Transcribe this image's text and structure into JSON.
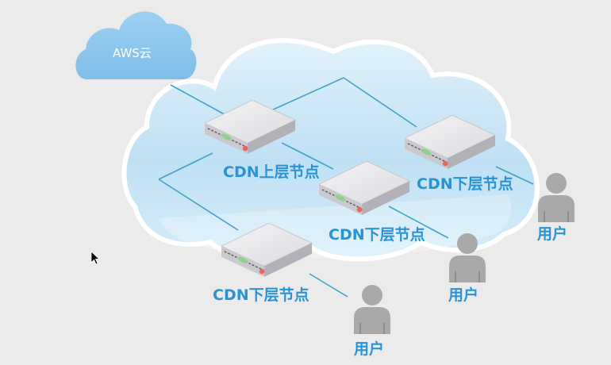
{
  "aws_cloud": {
    "label": "AWS云"
  },
  "nodes": {
    "upper": {
      "label": "CDN上层节点"
    },
    "lower_right": {
      "label": "CDN下层节点"
    },
    "lower_middle": {
      "label": "CDN下层节点"
    },
    "lower_left": {
      "label": "CDN下层节点"
    }
  },
  "users": {
    "right": {
      "label": "用户"
    },
    "middle": {
      "label": "用户"
    },
    "bottom": {
      "label": "用户"
    }
  },
  "colors": {
    "background": "#ebebeb",
    "aws_cloud": "#8ec5ec",
    "big_cloud": "#c9e6f7",
    "connector": "#3aa6c4",
    "label": "#2a93d5",
    "user": "#a9a9a9",
    "server_led_green": "#8ed18a",
    "server_led_red": "#f06262"
  },
  "icons": [
    "cloud-icon",
    "server-icon",
    "user-icon",
    "mouse-cursor-icon"
  ]
}
